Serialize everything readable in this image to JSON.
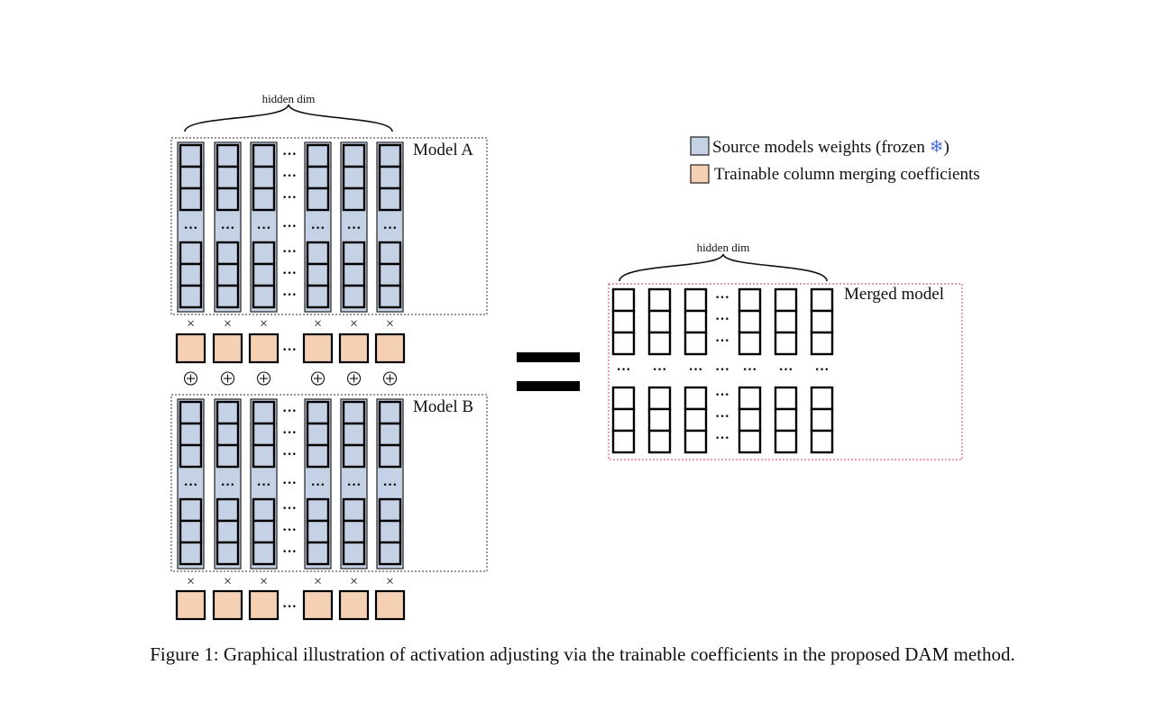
{
  "model_a": {
    "label": "Model A",
    "hidden_dim_label": "hidden dim"
  },
  "model_b": {
    "label": "Model B"
  },
  "merged": {
    "label": "Merged model",
    "hidden_dim_label": "hidden dim"
  },
  "legend": {
    "items": [
      {
        "swatch_color": "#c5d1e4",
        "prefix": "Source models weights (frozen ",
        "icon": "snowflake-icon",
        "icon_glyph": "❄",
        "suffix": ")"
      },
      {
        "swatch_color": "#f6d0b3",
        "text": "Trainable column merging coefficients"
      }
    ]
  },
  "symbols": {
    "times": "×",
    "oplus": "⊕",
    "ellipsis": "···",
    "equals": "="
  },
  "colors": {
    "source_weight_fill": "#c5d1e4",
    "coefficient_fill": "#f6d0b3",
    "snowflake": "#4a6de0",
    "model_border": "#555555",
    "merged_border": "#d9607a"
  },
  "caption": "Figure 1: Graphical illustration of activation adjusting via the trainable coefficients in the proposed DAM method."
}
